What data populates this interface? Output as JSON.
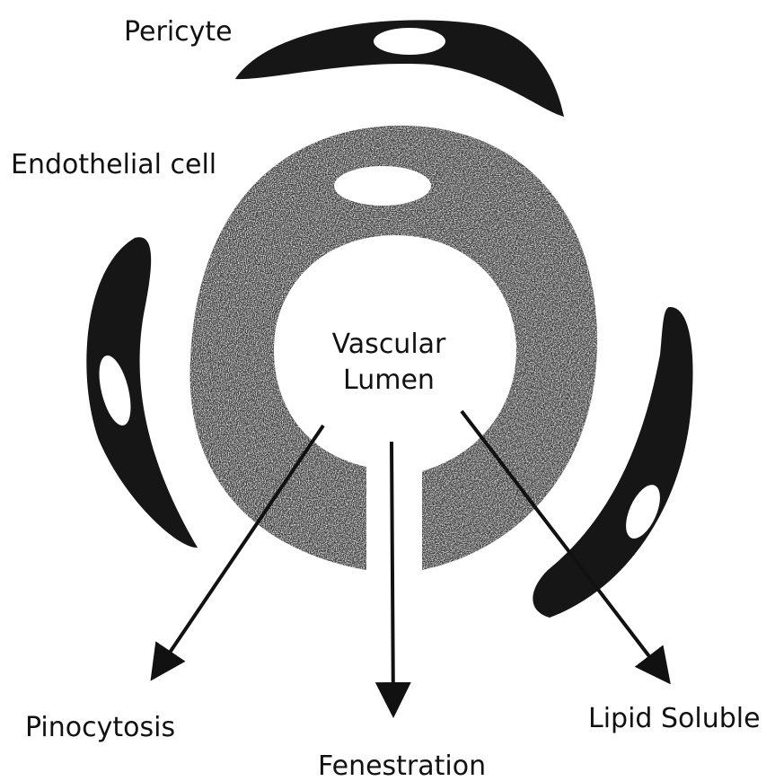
{
  "labels": {
    "pericyte": "Pericyte",
    "endothelial_cell": "Endothelial cell",
    "lumen_line1": "Vascular",
    "lumen_line2": "Lumen",
    "pinocytosis": "Pinocytosis",
    "fenestration": "Fenestration",
    "lipid_soluble": "Lipid Soluble"
  },
  "colors": {
    "cell_dark": "#161616",
    "endothelium_base": "#3a3a3a",
    "nucleus": "#ffffff",
    "arrow": "#111111"
  }
}
